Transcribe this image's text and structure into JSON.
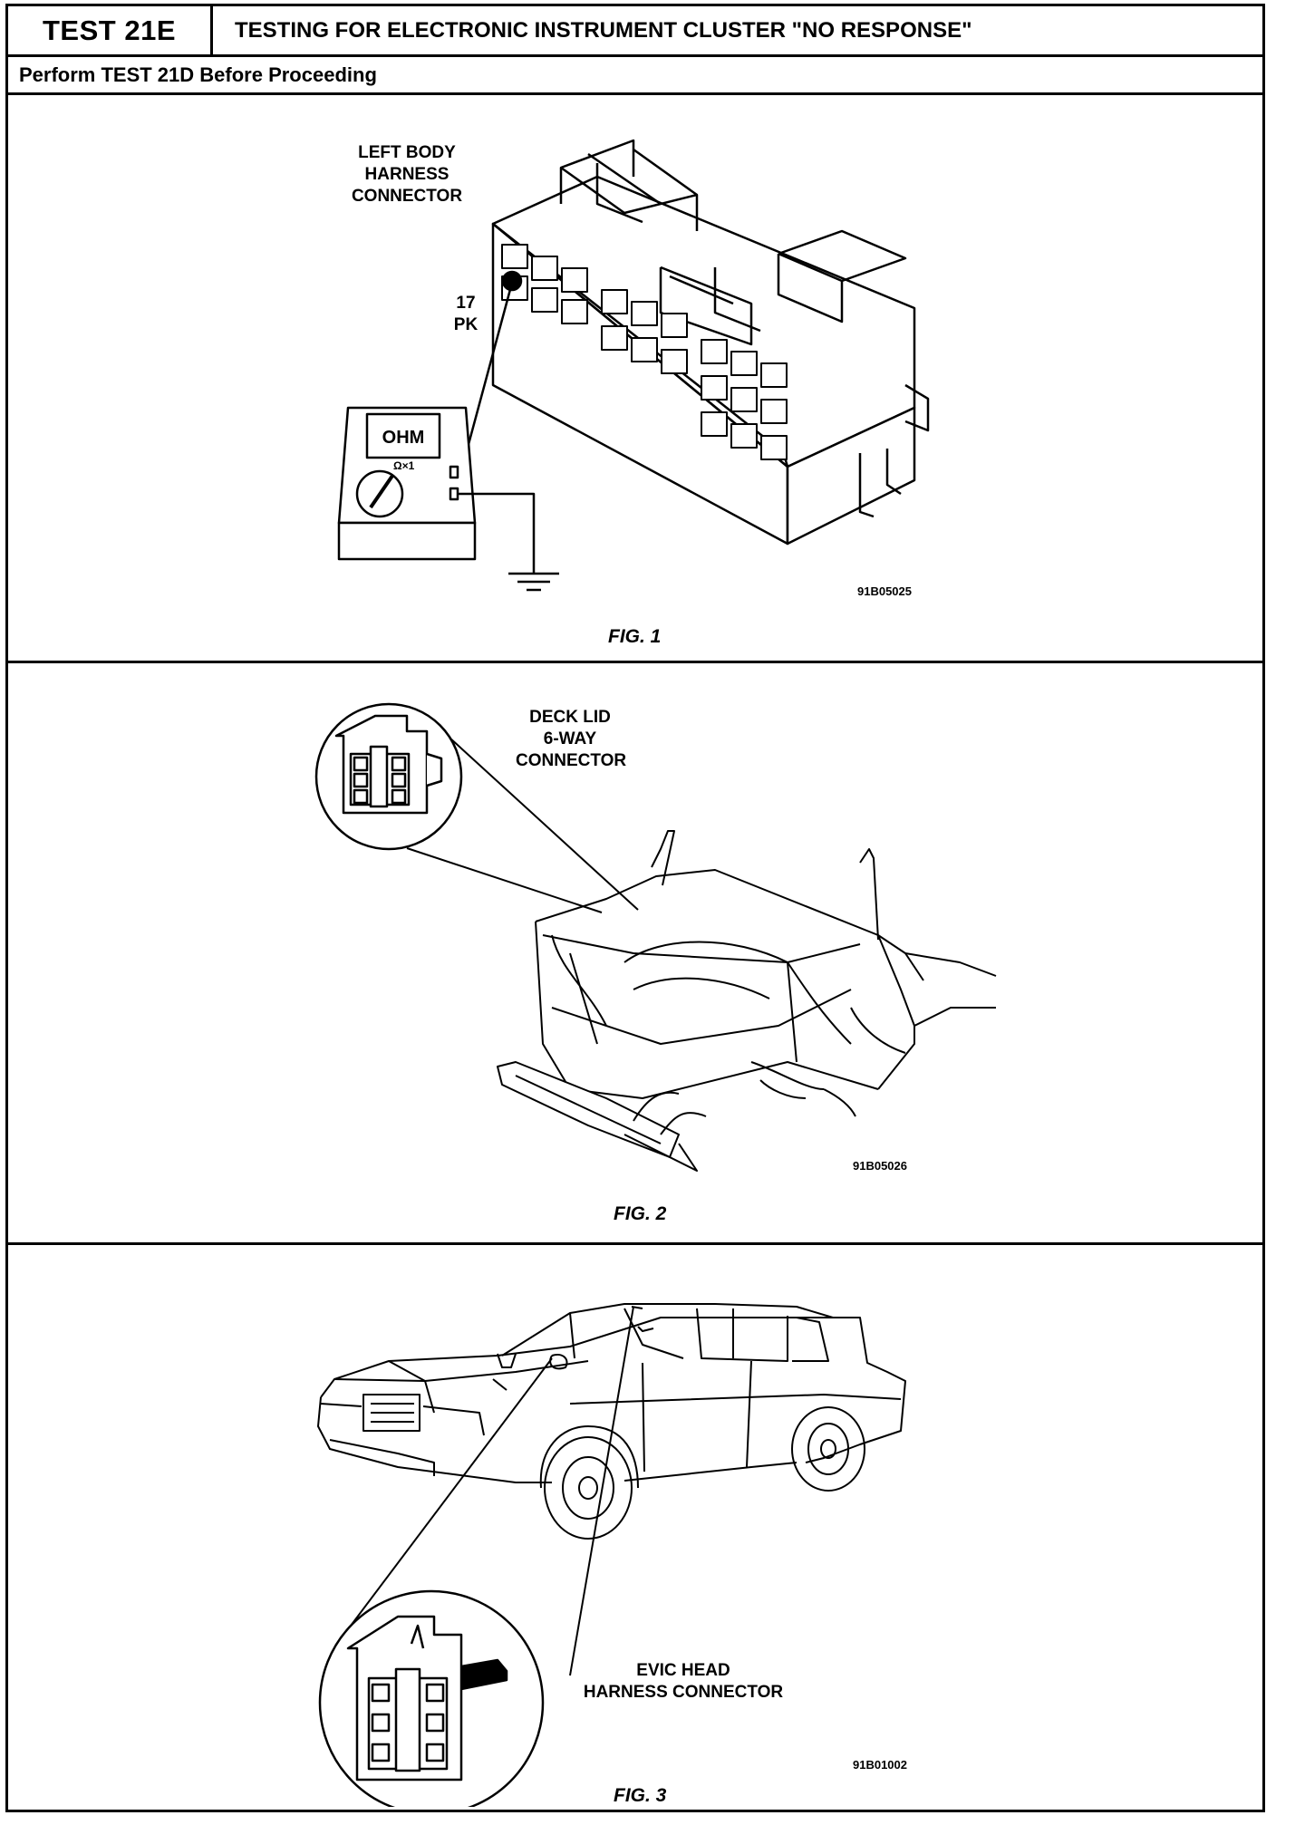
{
  "header": {
    "test_code": "TEST 21E",
    "title": "TESTING FOR ELECTRONIC INSTRUMENT CLUSTER \"NO RESPONSE\"",
    "subtitle": "Perform TEST 21D Before Proceeding"
  },
  "figures": [
    {
      "caption": "FIG. 1",
      "drawing_code": "91B05025",
      "labels": {
        "connector": "LEFT BODY\nHARNESS\nCONNECTOR",
        "pin": "17\nPK",
        "meter_display": "OHM",
        "meter_range": "Ω×1"
      },
      "icons": [
        "ohmmeter-icon",
        "ground-symbol-icon",
        "harness-connector-icon"
      ]
    },
    {
      "caption": "FIG. 2",
      "drawing_code": "91B05026",
      "labels": {
        "connector": "DECK LID\n6-WAY\nCONNECTOR"
      },
      "icons": [
        "six-way-connector-icon",
        "trunk-icon"
      ]
    },
    {
      "caption": "FIG. 3",
      "drawing_code": "91B01002",
      "labels": {
        "connector": "EVIC HEAD\nHARNESS CONNECTOR"
      },
      "icons": [
        "sedan-icon",
        "six-way-connector-icon"
      ]
    }
  ]
}
